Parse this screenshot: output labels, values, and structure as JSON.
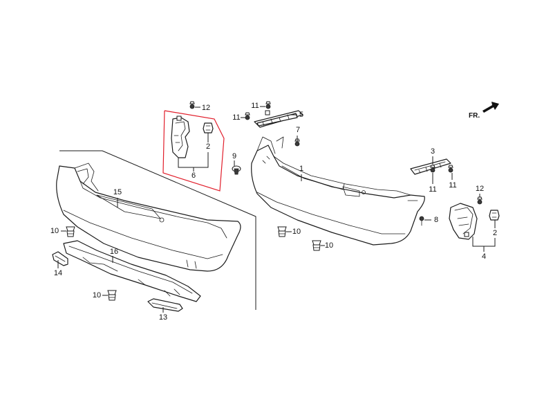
{
  "diagram": {
    "highlight_color": "#e11d2a",
    "callouts": {
      "c12a": "12",
      "c2a": "2",
      "c6": "6",
      "c11a": "11",
      "c11b": "11",
      "c5": "5",
      "c7": "7",
      "c9": "9",
      "c1": "1",
      "c3": "3",
      "c11c": "11",
      "c11d": "11",
      "c12b": "12",
      "c8": "8",
      "c2b": "2",
      "c4": "4",
      "c15": "15",
      "c10a": "10",
      "c16": "16",
      "c14": "14",
      "c10b": "10",
      "c13": "13",
      "c10c": "10",
      "c10d": "10"
    },
    "direction": {
      "label": "FR."
    }
  }
}
